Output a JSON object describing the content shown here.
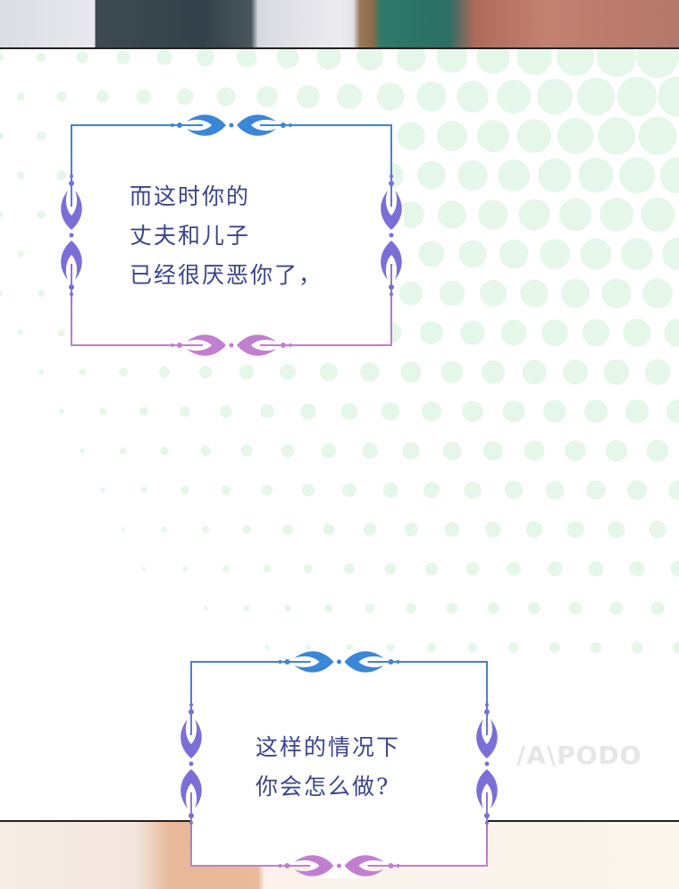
{
  "captions": [
    {
      "lines": [
        "而这时你的",
        "丈夫和儿子",
        "已经很厌恶你了，"
      ]
    },
    {
      "lines": [
        "这样的情况下",
        "你会怎么做?"
      ]
    }
  ],
  "watermark": "/A\\PODO",
  "colors": {
    "text": "#3b4589",
    "frame_top": "#3a86d8",
    "frame_mid": "#7a6fd6",
    "frame_bottom": "#c27fd0",
    "dots": "#e4f7e8"
  }
}
